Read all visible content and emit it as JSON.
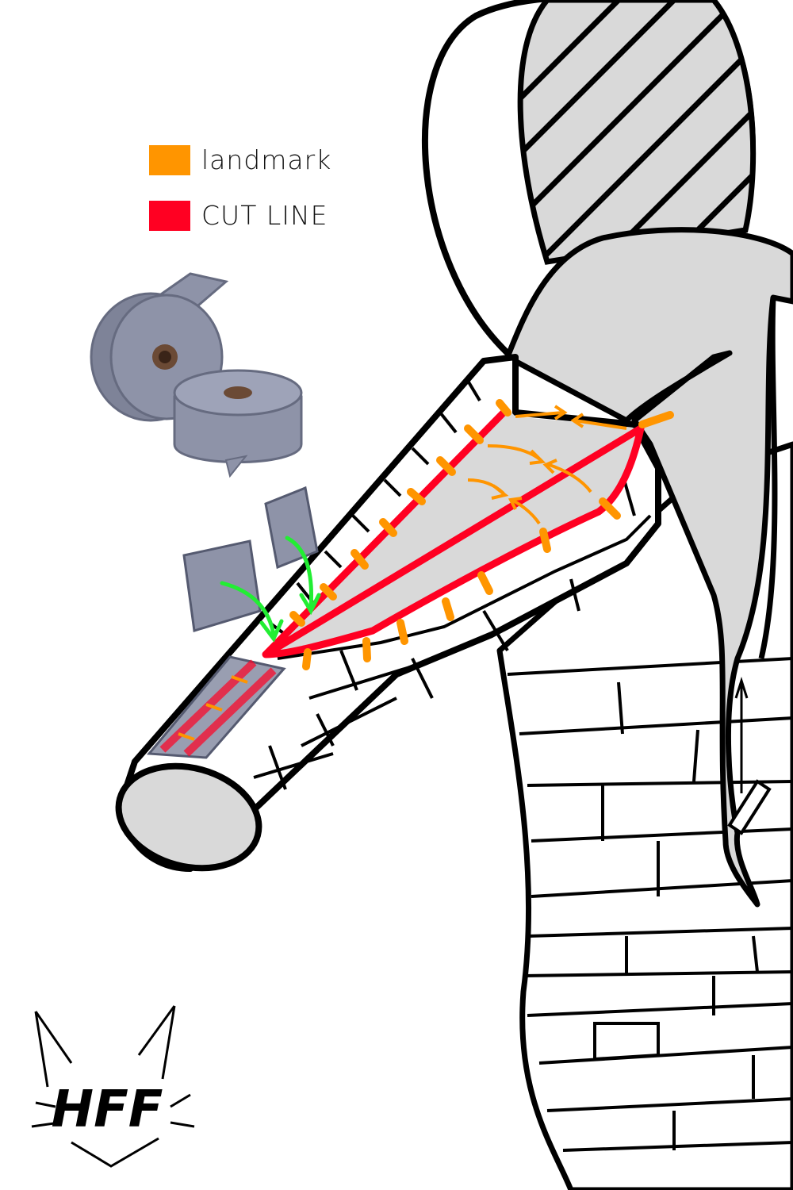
{
  "legend": {
    "items": [
      {
        "label": "landmark",
        "color": "#ff9500"
      },
      {
        "label": "CUT LINE",
        "color": "#ff0022"
      }
    ]
  },
  "logo": {
    "text": "HFF"
  },
  "colors": {
    "outline": "#000000",
    "fill_gray": "#d9d9d9",
    "tape_gray": "#8e93a8",
    "arrow_green": "#22ee33",
    "cut_red": "#ff0022",
    "landmark_orange": "#ff9500"
  }
}
